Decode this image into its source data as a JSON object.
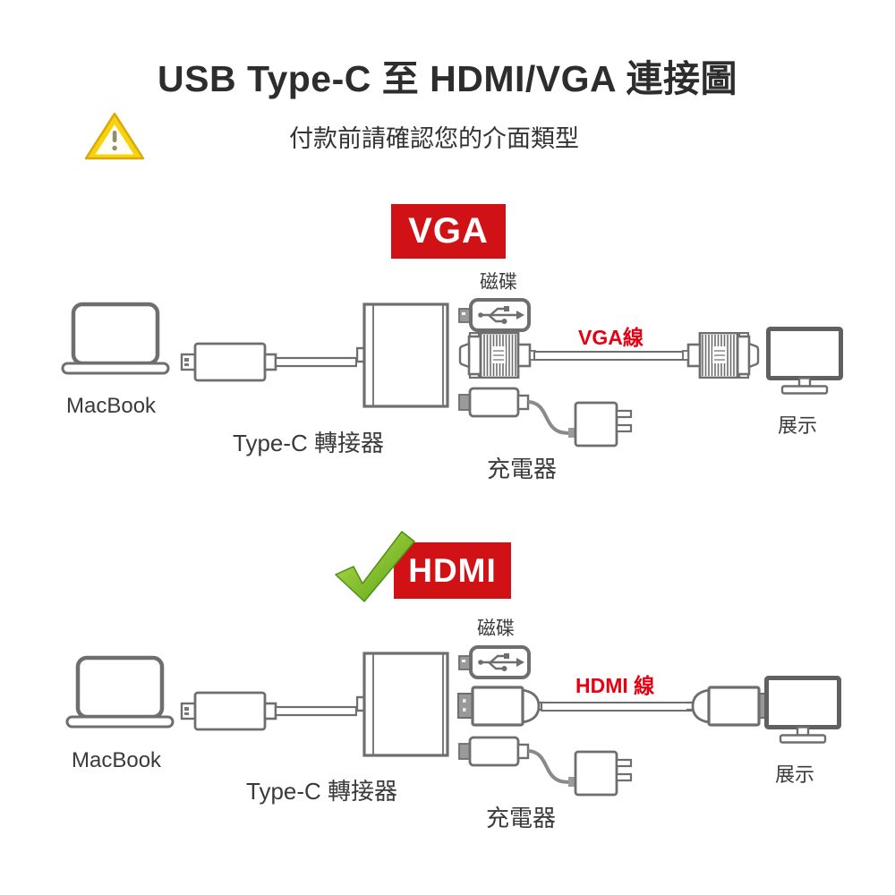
{
  "page": {
    "title": "USB Type-C 至 HDMI/VGA 連接圖",
    "subtitle": "付款前請確認您的介面類型"
  },
  "colors": {
    "badge_red": "#d01116",
    "cable_label_red": "#e60012",
    "diagram_line_gray": "#6e6e6e",
    "warning_yellow": "#f8d20c",
    "check_green": "#6ab023"
  },
  "vga_section": {
    "badge_label": "VGA",
    "disk_label": "磁碟",
    "cable_label": "VGA線",
    "laptop_label": "MacBook",
    "adapter_label": "Type-C 轉接器",
    "charger_label": "充電器",
    "display_label": "展示"
  },
  "hdmi_section": {
    "badge_label": "HDMI",
    "disk_label": "磁碟",
    "cable_label": "HDMI 線",
    "laptop_label": "MacBook",
    "adapter_label": "Type-C 轉接器",
    "charger_label": "充電器",
    "display_label": "展示"
  }
}
